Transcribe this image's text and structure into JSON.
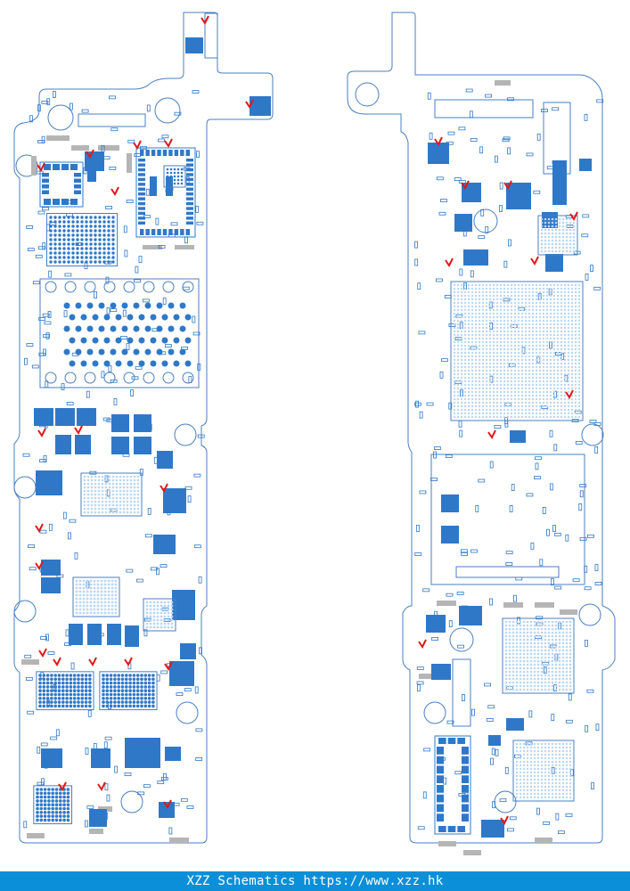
{
  "footer": {
    "text": "XZZ Schematics https://www.xzz.hk"
  },
  "colors": {
    "outline": "#4a7fc0",
    "component": "#2f78c8",
    "pad_light": "#bcd6f0",
    "marker": "#e01818",
    "silkscreen": "#b5b5b5",
    "footer_bg": "#0a8fd8"
  },
  "boards": [
    {
      "side": "left"
    },
    {
      "side": "right"
    }
  ]
}
